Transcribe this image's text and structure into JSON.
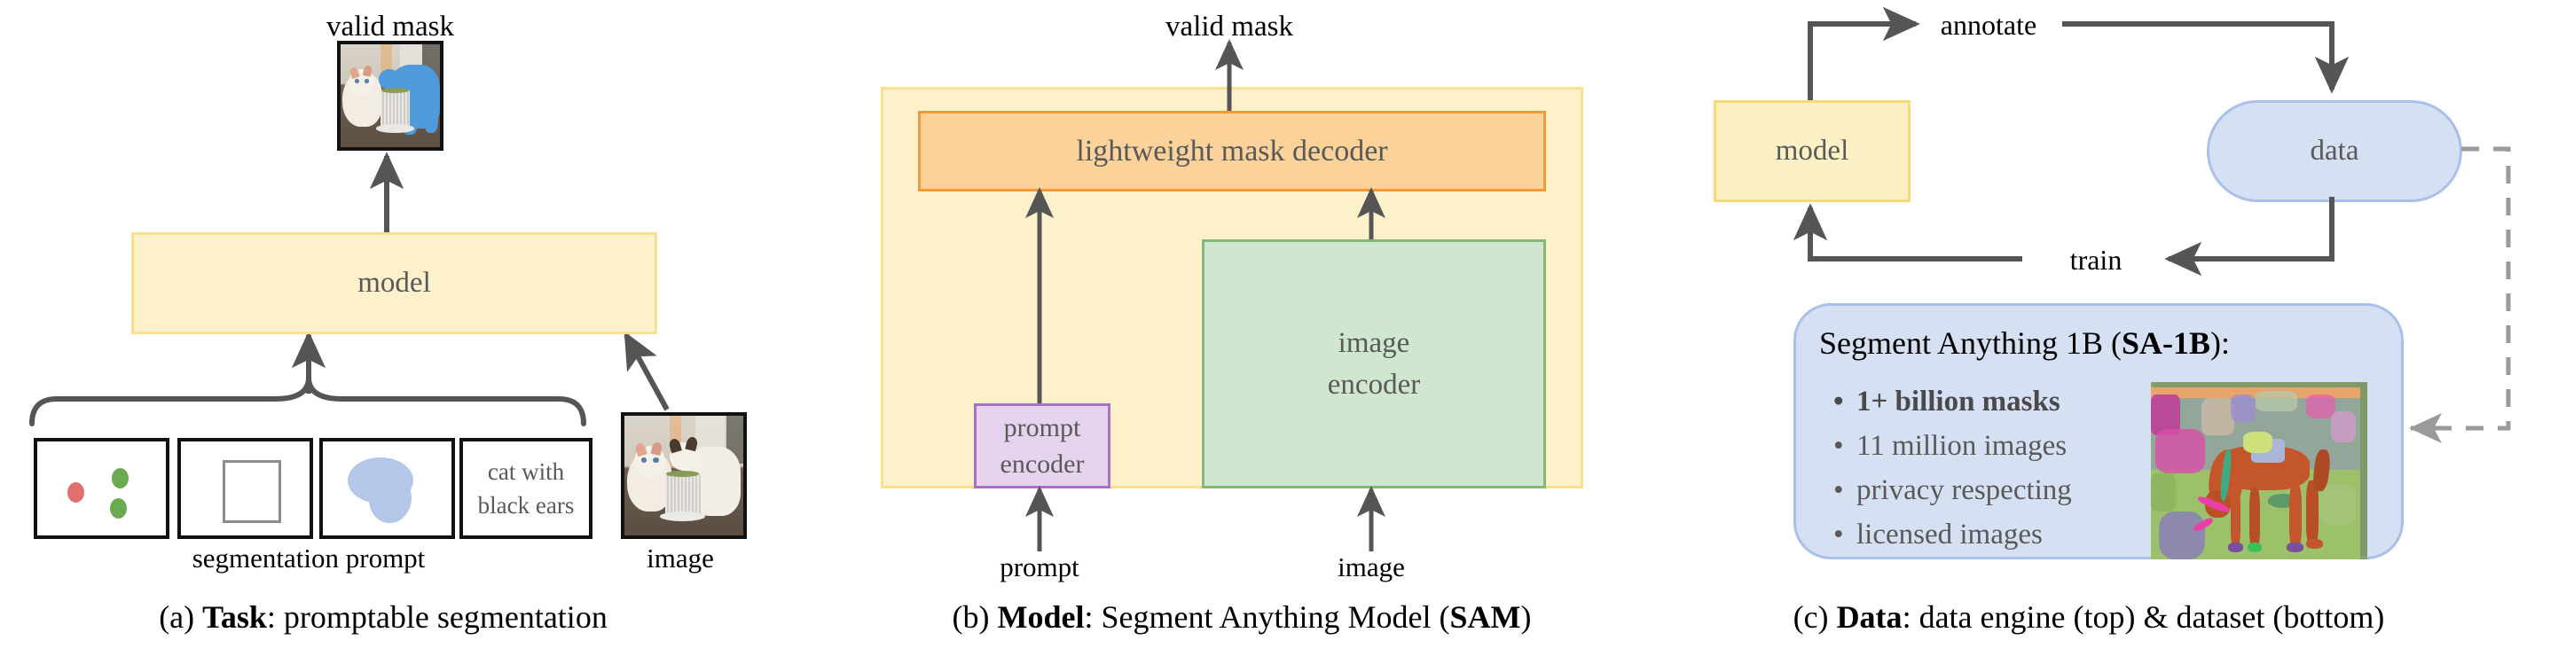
{
  "figure": {
    "title": "Segment Anything Model overview figure",
    "panels": [
      {
        "id": "a",
        "caption_prefix": "(a) ",
        "caption_bold": "Task",
        "caption_rest": ": promptable segmentation",
        "output_label": "valid mask",
        "model_label": "model",
        "prompt_group_label": "segmentation prompt",
        "image_label": "image",
        "prompt_boxes": [
          {
            "kind": "points",
            "label": ""
          },
          {
            "kind": "box",
            "label": ""
          },
          {
            "kind": "mask",
            "label": ""
          },
          {
            "kind": "text",
            "label": "cat with\nblack ears",
            "line1": "cat with",
            "line2": "black ears"
          }
        ]
      },
      {
        "id": "b",
        "caption_prefix": "(b) ",
        "caption_bold": "Model",
        "caption_rest": ": Segment Anything Model (",
        "caption_bold2": "SAM",
        "caption_tail": ")",
        "output_label": "valid mask",
        "decoder_label": "lightweight mask decoder",
        "image_encoder_line1": "image",
        "image_encoder_line2": "encoder",
        "prompt_encoder_line1": "prompt",
        "prompt_encoder_line2": "encoder",
        "prompt_input_label": "prompt",
        "image_input_label": "image"
      },
      {
        "id": "c",
        "caption_prefix": "(c) ",
        "caption_bold": "Data",
        "caption_rest": ": data engine (top) & dataset (bottom)",
        "engine": {
          "model_label": "model",
          "data_label": "data",
          "annotate_label": "annotate",
          "train_label": "train"
        },
        "dataset": {
          "title_prefix": "Segment Anything 1B (",
          "title_bold": "SA-1B",
          "title_suffix": "):",
          "bullets": [
            {
              "text": "1+ billion masks",
              "strong": true
            },
            {
              "text": "11 million images",
              "strong": false
            },
            {
              "text": "privacy respecting",
              "strong": false
            },
            {
              "text": "licensed images",
              "strong": false
            }
          ]
        }
      }
    ]
  },
  "colors": {
    "yellow_fill": "#fdf0c4",
    "yellow_border": "#f8d978",
    "orange_fill": "#fbd29a",
    "orange_border": "#ef9a3b",
    "green_fill": "#cfe7ce",
    "green_border": "#84b779",
    "purple_fill": "#e6d4ef",
    "purple_border": "#a971c4",
    "blue_fill": "#d6e0f3",
    "blue_border": "#a9c0e8",
    "arrow_gray": "#555555",
    "dashed_gray": "#9a9a9a",
    "point_positive": "#6aab52",
    "point_negative": "#e0716e",
    "mask_blue": "#b5c7e8",
    "text_gray": "#595959"
  }
}
